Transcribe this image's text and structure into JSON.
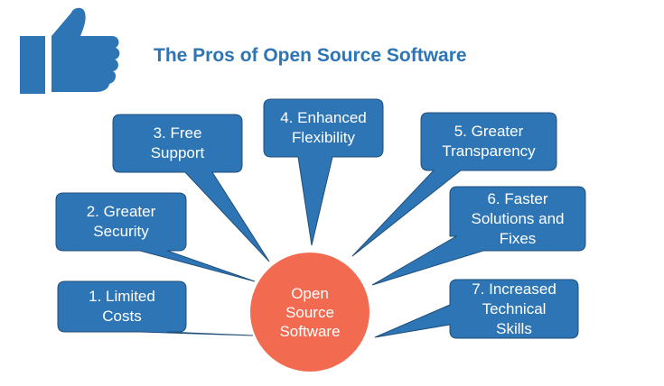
{
  "title": "The Pros of Open Source Software",
  "icon": "thumbs-up-icon",
  "colors": {
    "callout_fill": "#2E75B6",
    "callout_stroke": "#1F4E79",
    "center_fill": "#F26B50",
    "title": "#2E75B6",
    "text": "#ffffff"
  },
  "center": {
    "label": "Open\nSource\nSoftware"
  },
  "pros": [
    {
      "label": "1. Limited\nCosts"
    },
    {
      "label": "2. Greater\nSecurity"
    },
    {
      "label": "3. Free\nSupport"
    },
    {
      "label": "4. Enhanced\nFlexibility"
    },
    {
      "label": "5. Greater\nTransparency"
    },
    {
      "label": "6. Faster\nSolutions and\nFixes"
    },
    {
      "label": "7. Increased\nTechnical\nSkills"
    }
  ]
}
